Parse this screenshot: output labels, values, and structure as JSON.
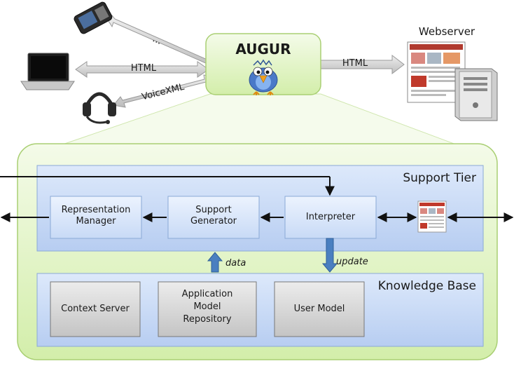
{
  "hub": {
    "title": "AUGUR"
  },
  "webserver": {
    "label": "Webserver"
  },
  "connections": {
    "mobile": "...",
    "laptop": "HTML",
    "headset": "VoiceXML",
    "webserver": "HTML"
  },
  "support_tier": {
    "title": "Support Tier",
    "components": {
      "representation_manager": "Representation Manager",
      "support_generator": "Support Generator",
      "interpreter": "Interpreter"
    }
  },
  "flows": {
    "data": "data",
    "update": "update"
  },
  "knowledge_base": {
    "title": "Knowledge Base",
    "components": {
      "context_server": "Context Server",
      "application_model_repository": "Application Model Repository",
      "user_model": "User Model"
    }
  },
  "colors": {
    "augur_fill": "#e3f5c8",
    "augur_border": "#a9cf73",
    "tier_fill": "#c9dcf7",
    "tier_border": "#8aa9d6",
    "box_fill": "#dbe8fb",
    "kb_box_fill": "#d9d9d9",
    "arrow_gray": "#d0d0d0",
    "arrow_blue": "#4a7fc0"
  }
}
